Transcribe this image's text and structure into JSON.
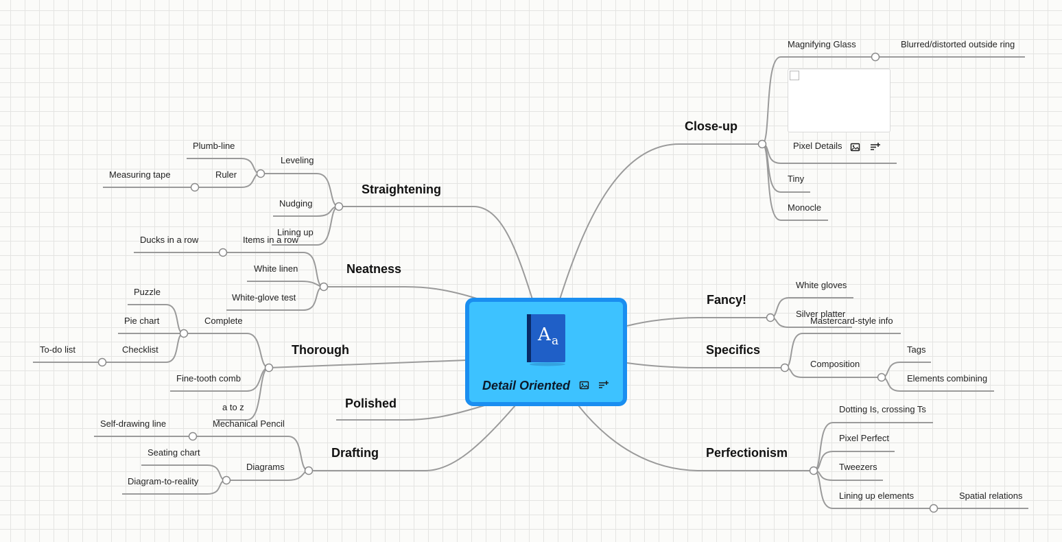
{
  "central": {
    "title": "Detail Oriented"
  },
  "branches": {
    "straightening": {
      "label": "Straightening",
      "leveling": "Leveling",
      "plumb_line": "Plumb-line",
      "ruler": "Ruler",
      "measuring_tape": "Measuring tape",
      "nudging": "Nudging",
      "lining_up": "Lining up"
    },
    "neatness": {
      "label": "Neatness",
      "items_in_a_row": "Items in a row",
      "ducks_in_a_row": "Ducks in a row",
      "white_linen": "White linen",
      "white_glove_test": "White-glove test"
    },
    "thorough": {
      "label": "Thorough",
      "complete": "Complete",
      "puzzle": "Puzzle",
      "pie_chart": "Pie chart",
      "checklist": "Checklist",
      "todo_list": "To-do list",
      "fine_tooth_comb": "Fine-tooth comb",
      "a_to_z": "a to z"
    },
    "polished": {
      "label": "Polished"
    },
    "drafting": {
      "label": "Drafting",
      "mechanical_pencil": "Mechanical Pencil",
      "self_drawing_line": "Self-drawing line",
      "diagrams": "Diagrams",
      "seating_chart": "Seating chart",
      "diagram_to_reality": "Diagram-to-reality"
    },
    "close_up": {
      "label": "Close-up",
      "magnifying_glass": "Magnifying Glass",
      "blurred_ring": "Blurred/distorted outside ring",
      "pixel_details": "Pixel Details",
      "tiny": "Tiny",
      "monocle": "Monocle"
    },
    "fancy": {
      "label": "Fancy!",
      "white_gloves": "White gloves",
      "silver_platter": "Silver platter"
    },
    "specifics": {
      "label": "Specifics",
      "mastercard_info": "Mastercard-style info",
      "composition": "Composition",
      "tags": "Tags",
      "elements_combining": "Elements combining"
    },
    "perfectionism": {
      "label": "Perfectionism",
      "dotting_is": "Dotting Is, crossing Ts",
      "pixel_perfect": "Pixel Perfect",
      "tweezers": "Tweezers",
      "lining_up_elements": "Lining up elements",
      "spatial_relations": "Spatial relations"
    }
  },
  "icons": {
    "book": "book-icon",
    "image": "image-icon",
    "notes": "notes-icon",
    "broken_image": "broken-image-icon"
  },
  "colors": {
    "central_fill": "#3dc2ff",
    "central_border": "#1a8ef0",
    "connector": "#9a9a9a",
    "grid": "#e4e4e2"
  }
}
